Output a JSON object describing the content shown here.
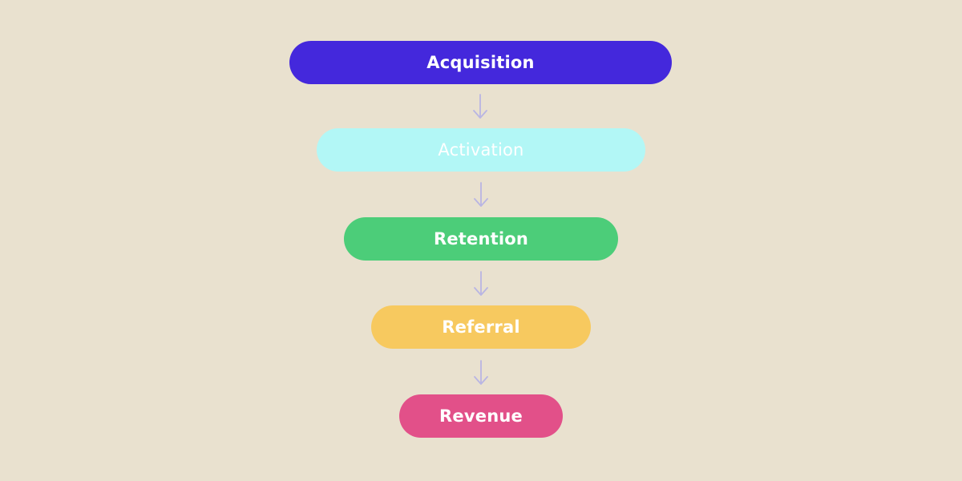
{
  "background": "#e9e1cf",
  "arrow_color": "#b9b5e3",
  "stages": [
    {
      "label": "Acquisition",
      "color": "#4428dc"
    },
    {
      "label": "Activation",
      "color": "#b2f7f6"
    },
    {
      "label": "Retention",
      "color": "#4ccd79"
    },
    {
      "label": "Referral",
      "color": "#f7c95f"
    },
    {
      "label": "Revenue",
      "color": "#e25089"
    }
  ]
}
